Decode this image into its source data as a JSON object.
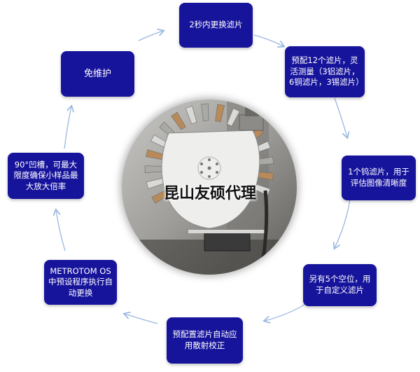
{
  "nodes": {
    "fast_change": "2秒内更换滤片",
    "preconfig": "预配12个滤片，灵活测量（3铝滤片，6铜滤片，3锡滤片）",
    "tungsten": "1个钨滤片，用于评估图像清晰度",
    "custom": "另有5个空位，用于自定义滤片",
    "scatter": "预配置滤片自动应用散射校正",
    "metrotom": "METROTOM OS中预设程序执行自动更换",
    "groove": "90°凹槽，可最大限度确保小样品最大放大倍率",
    "maintenance": "免维护"
  },
  "watermark": "昆山友硕代理",
  "colors": {
    "box": "#17149c",
    "arrow": "#9ab8e0"
  }
}
